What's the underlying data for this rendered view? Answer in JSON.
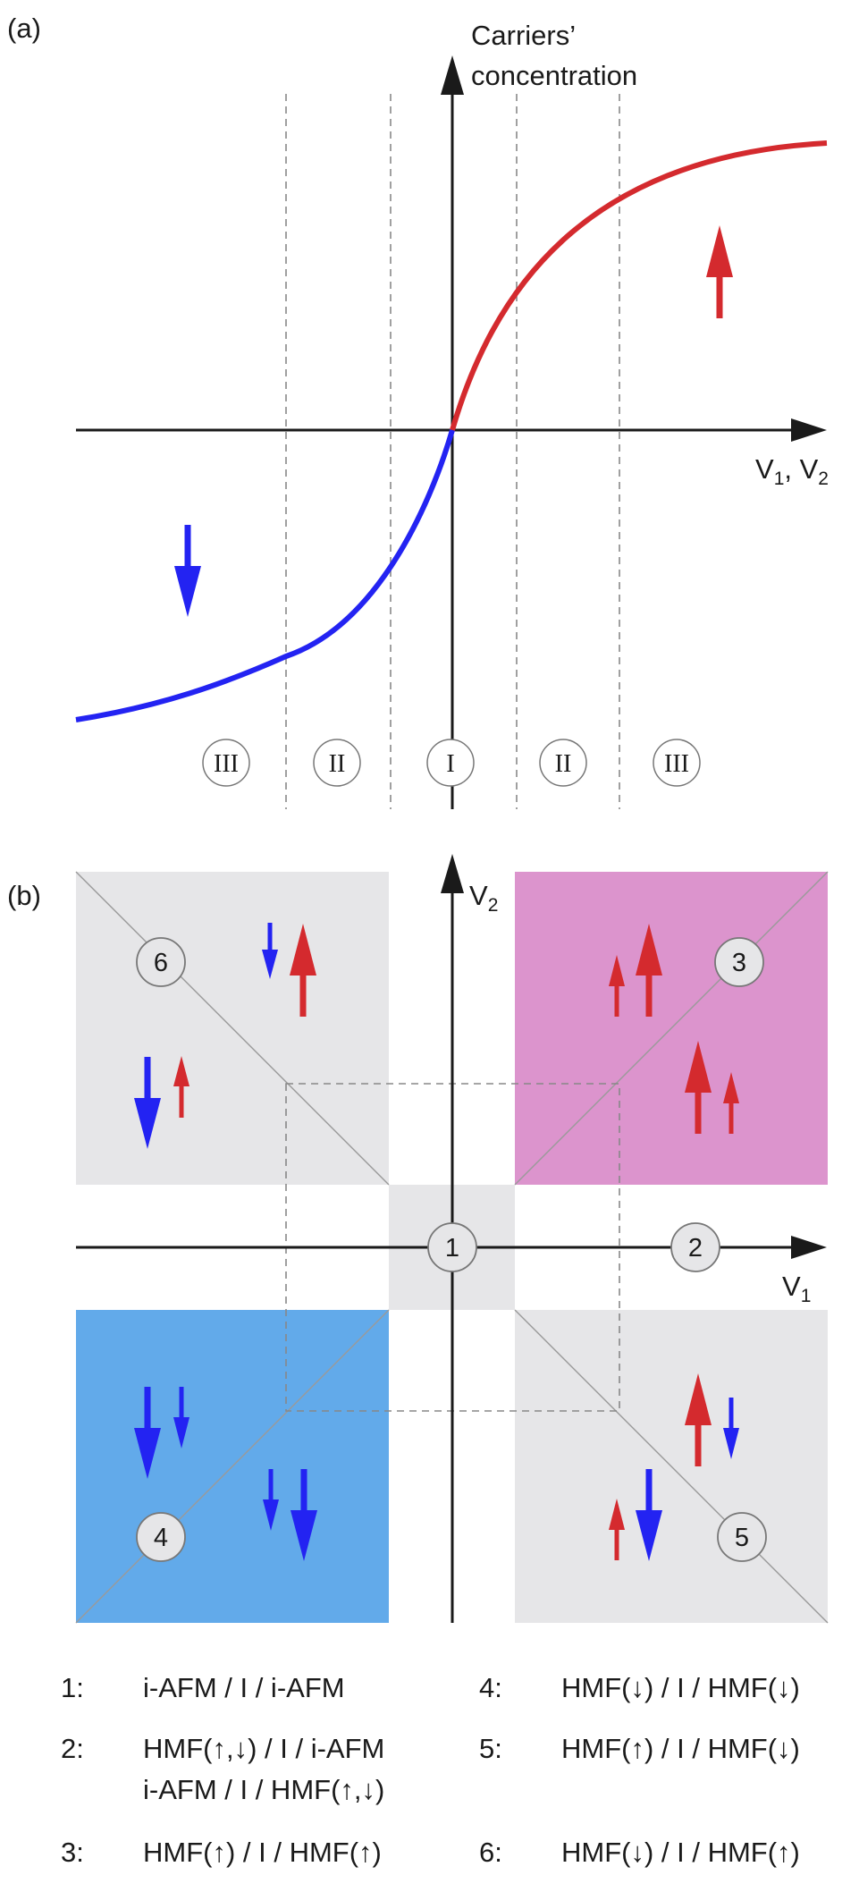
{
  "panel_a": {
    "label": "(a)",
    "y_axis_label_line1": "Carriers’",
    "y_axis_label_line2": "concentration",
    "x_axis_label_main": "V",
    "x_axis_label_sub1": "1",
    "x_axis_label_sep": ", V",
    "x_axis_label_sub2": "2",
    "regions": [
      "III",
      "II",
      "I",
      "II",
      "III"
    ],
    "colors": {
      "spin_up": "#d42a2e",
      "spin_down": "#2323f2"
    }
  },
  "panel_b": {
    "label": "(b)",
    "v2_main": "V",
    "v2_sub": "2",
    "v1_main": "V",
    "v1_sub": "1",
    "markers": [
      "1",
      "2",
      "3",
      "4",
      "5",
      "6"
    ],
    "colors": {
      "pink": "#dc94cd",
      "blue": "#62aaea",
      "gray": "#e6e6e8"
    }
  },
  "legend": {
    "items": [
      {
        "key": "1:",
        "lines": [
          "i-AFM / I / i-AFM"
        ]
      },
      {
        "key": "2:",
        "lines": [
          "HMF(↑,↓) / I / i-AFM",
          "i-AFM / I / HMF(↑,↓)"
        ]
      },
      {
        "key": "3:",
        "lines": [
          "HMF(↑) / I / HMF(↑)"
        ]
      },
      {
        "key": "4:",
        "lines": [
          "HMF(↓) / I / HMF(↓)"
        ]
      },
      {
        "key": "5:",
        "lines": [
          "HMF(↑) / I / HMF(↓)"
        ]
      },
      {
        "key": "6:",
        "lines": [
          "HMF(↓) / I / HMF(↑)"
        ]
      }
    ]
  }
}
